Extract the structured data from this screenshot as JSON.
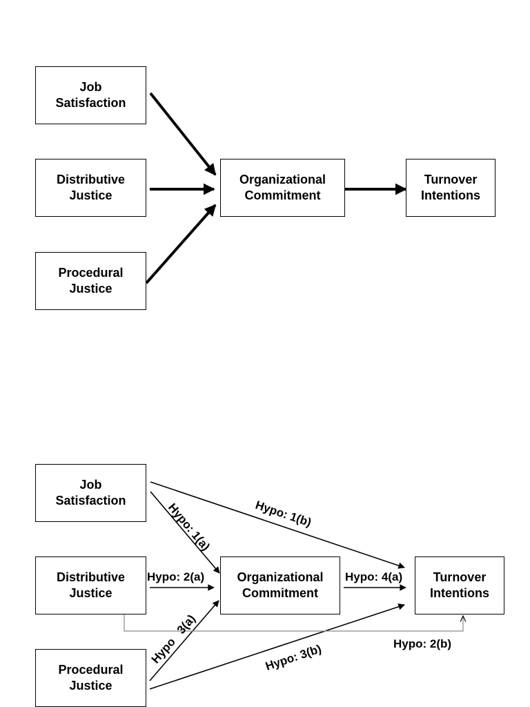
{
  "diagram_top": {
    "job_satisfaction": [
      "Job",
      "Satisfaction"
    ],
    "distributive_justice": [
      "Distributive",
      "Justice"
    ],
    "procedural_justice": [
      "Procedural",
      "Justice"
    ],
    "organizational_commitment": [
      "Organizational",
      "Commitment"
    ],
    "turnover_intentions": [
      "Turnover",
      "Intentions"
    ]
  },
  "diagram_bottom": {
    "job_satisfaction": [
      "Job",
      "Satisfaction"
    ],
    "distributive_justice": [
      "Distributive",
      "Justice"
    ],
    "procedural_justice": [
      "Procedural",
      "Justice"
    ],
    "organizational_commitment": [
      "Organizational",
      "Commitment"
    ],
    "turnover_intentions": [
      "Turnover",
      "Intentions"
    ],
    "labels": {
      "hypo_1a": "Hypo: 1(a)",
      "hypo_1b": "Hypo: 1(b)",
      "hypo_2a": "Hypo: 2(a)",
      "hypo_2b": "Hypo: 2(b)",
      "hypo_3a": "Hypo   3(a)",
      "hypo_3b": "Hypo: 3(b)",
      "hypo_4a": "Hypo: 4(a)"
    }
  }
}
